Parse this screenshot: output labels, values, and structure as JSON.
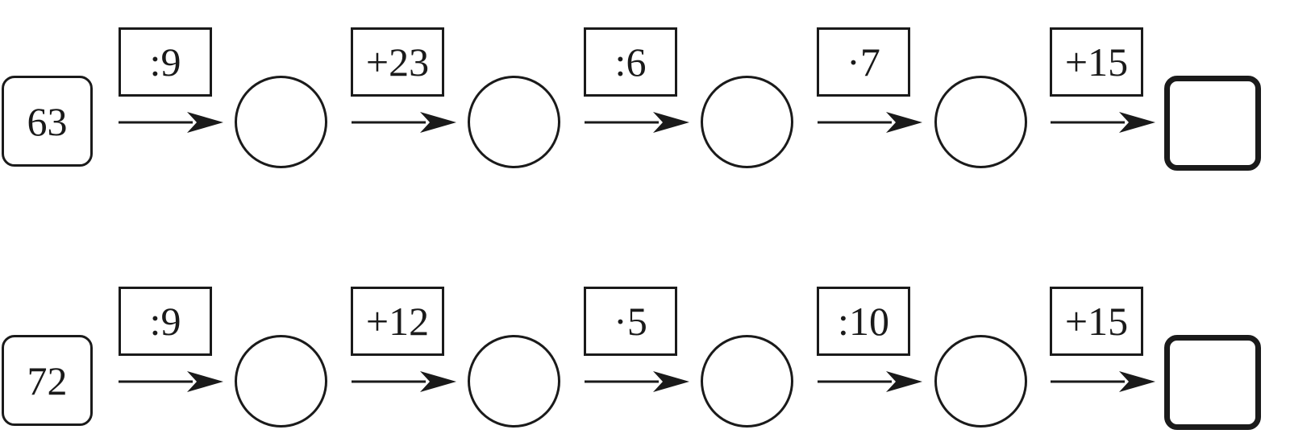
{
  "chains": [
    {
      "start": "63",
      "operations": [
        ":9",
        "+23",
        ":6",
        "·7",
        "+15"
      ]
    },
    {
      "start": "72",
      "operations": [
        ":9",
        "+12",
        "·5",
        ":10",
        "+15"
      ]
    }
  ]
}
